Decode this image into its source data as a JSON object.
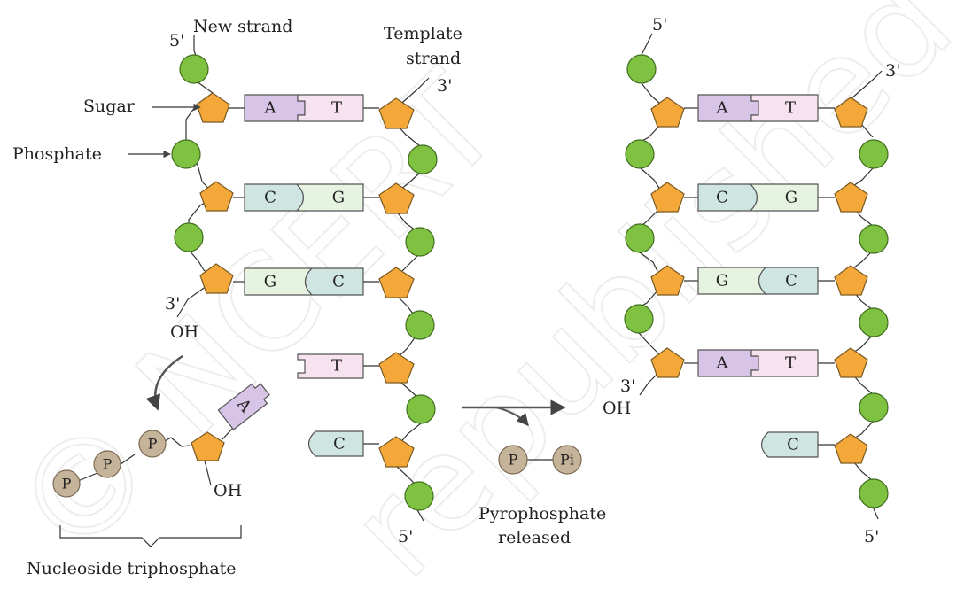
{
  "labels": {
    "five_prime": "5'",
    "three_prime": "3'",
    "oh": "OH",
    "new_strand": "New strand",
    "template_strand_line1": "Template",
    "template_strand_line2": "strand",
    "sugar": "Sugar",
    "phosphate": "Phosphate",
    "nucleoside_triphosphate": "Nucleoside triphosphate",
    "pyrophosphate_line1": "Pyrophosphate",
    "pyrophosphate_line2": "released"
  },
  "bases": {
    "A": "A",
    "T": "T",
    "C": "C",
    "G": "G"
  },
  "phosphate_symbols": {
    "P": "P",
    "Pi": "Pi"
  },
  "watermark": {
    "line1": "© NCERT",
    "line2": "republished"
  },
  "colors": {
    "sugar": "#f5a83a",
    "phosphate": "#7fc241",
    "A": "#d8c4e6",
    "T": "#f7e3ef",
    "C": "#cfe5e1",
    "G": "#e6f3e0",
    "pyrophosphate": "#c6b49a"
  }
}
